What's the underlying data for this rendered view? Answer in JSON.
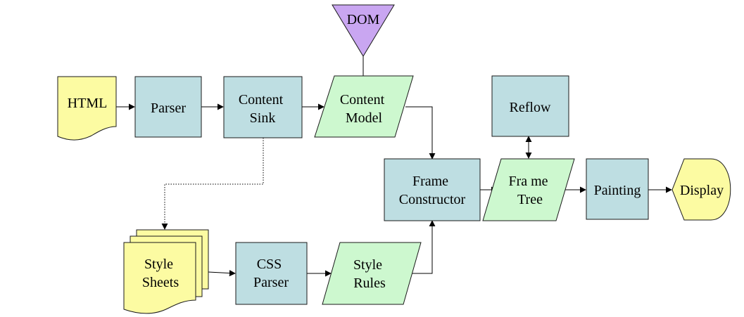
{
  "colors": {
    "process": "#BEDEE2",
    "data": "#CDF8CF",
    "document": "#FCFBA2",
    "dom": "#C9A6F1",
    "stroke": "#1a1a1a",
    "line": "#000000"
  },
  "nodes": {
    "dom": {
      "shape": "inverted-triangle",
      "lines": [
        "DOM"
      ]
    },
    "html": {
      "shape": "document",
      "lines": [
        "HTML"
      ]
    },
    "parser": {
      "shape": "process",
      "lines": [
        "Parser"
      ]
    },
    "content_sink": {
      "shape": "process",
      "lines": [
        "Content",
        "Sink"
      ]
    },
    "content_model": {
      "shape": "data",
      "lines": [
        "Content",
        "Model"
      ]
    },
    "reflow": {
      "shape": "process",
      "lines": [
        "Reflow"
      ]
    },
    "frame_constructor": {
      "shape": "process",
      "lines": [
        "Frame",
        "Constructor"
      ]
    },
    "frame_tree": {
      "shape": "data",
      "lines": [
        "Fra me",
        "Tree"
      ]
    },
    "painting": {
      "shape": "process",
      "lines": [
        "Painting"
      ]
    },
    "display": {
      "shape": "display",
      "lines": [
        "Display"
      ]
    },
    "style_sheets": {
      "shape": "multi-document",
      "lines": [
        "Style",
        "Sheets"
      ]
    },
    "css_parser": {
      "shape": "process",
      "lines": [
        "CSS",
        "Parser"
      ]
    },
    "style_rules": {
      "shape": "data",
      "lines": [
        "Style",
        "Rules"
      ]
    }
  },
  "edges": [
    {
      "from": "html",
      "to": "parser",
      "style": "solid",
      "arrow": "end"
    },
    {
      "from": "parser",
      "to": "content_sink",
      "style": "solid",
      "arrow": "end"
    },
    {
      "from": "content_sink",
      "to": "content_model",
      "style": "solid",
      "arrow": "end"
    },
    {
      "from": "content_model",
      "to": "dom",
      "style": "solid",
      "arrow": "none"
    },
    {
      "from": "content_model",
      "to": "frame_constructor",
      "style": "solid",
      "arrow": "end"
    },
    {
      "from": "content_sink",
      "to": "style_sheets",
      "style": "dotted",
      "arrow": "end"
    },
    {
      "from": "style_sheets",
      "to": "css_parser",
      "style": "solid",
      "arrow": "end"
    },
    {
      "from": "css_parser",
      "to": "style_rules",
      "style": "solid",
      "arrow": "end"
    },
    {
      "from": "style_rules",
      "to": "frame_constructor",
      "style": "solid",
      "arrow": "end"
    },
    {
      "from": "frame_constructor",
      "to": "frame_tree",
      "style": "solid",
      "arrow": "end"
    },
    {
      "from": "frame_tree",
      "to": "reflow",
      "style": "solid",
      "arrow": "both"
    },
    {
      "from": "frame_tree",
      "to": "painting",
      "style": "solid",
      "arrow": "end"
    },
    {
      "from": "painting",
      "to": "display",
      "style": "solid",
      "arrow": "end"
    }
  ]
}
